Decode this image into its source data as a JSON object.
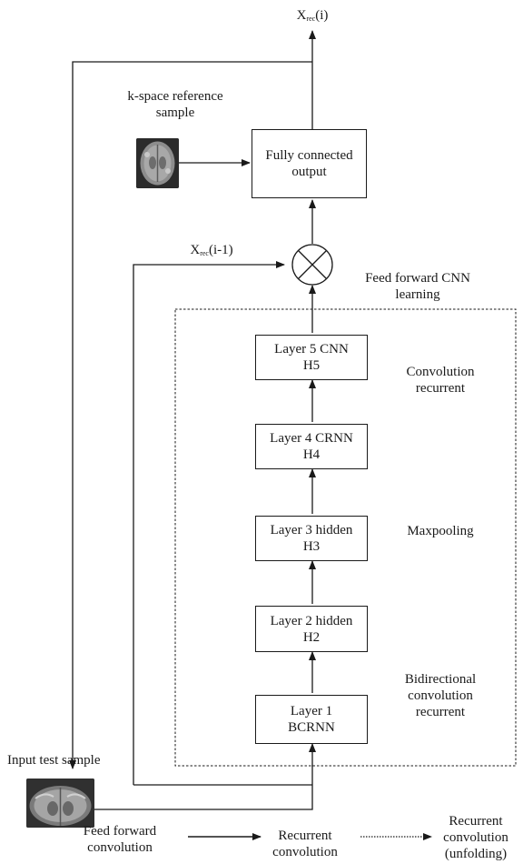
{
  "output_label": {
    "main": "X",
    "sub": "rec",
    "arg": "(i)"
  },
  "prev_label": {
    "main": "X",
    "sub": "rec",
    "arg": "(i-1)"
  },
  "reference": {
    "line1": "k-space reference",
    "line2": "sample"
  },
  "fc_box": {
    "line1": "Fully connected",
    "line2": "output"
  },
  "region_title": {
    "line1": "Feed forward CNN",
    "line2": "learning"
  },
  "layers": [
    {
      "line1": "Layer 5 CNN",
      "line2": "H5"
    },
    {
      "line1": "Layer 4 CRNN",
      "line2": "H4"
    },
    {
      "line1": "Layer 3 hidden",
      "line2": "H3"
    },
    {
      "line1": "Layer 2 hidden",
      "line2": "H2"
    },
    {
      "line1": "Layer 1",
      "line2": "BCRNN"
    }
  ],
  "side_labels": {
    "conv_recurrent": {
      "line1": "Convolution",
      "line2": "recurrent"
    },
    "maxpooling": "Maxpooling",
    "bidirectional": {
      "line1": "Bidirectional",
      "line2": "convolution",
      "line3": "recurrent"
    }
  },
  "input_label": "Input test sample",
  "legend": {
    "feed_forward": {
      "line1": "Feed forward",
      "line2": "convolution"
    },
    "recurrent": {
      "line1": "Recurrent",
      "line2": "convolution"
    },
    "unfolding": {
      "line1": "Recurrent",
      "line2": "convolution",
      "line3": "(unfolding)"
    }
  }
}
